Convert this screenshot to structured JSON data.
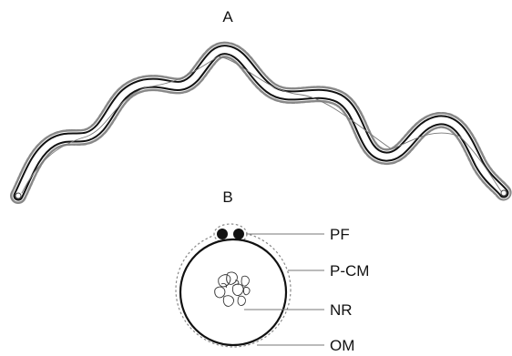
{
  "figure": {
    "panel_a_label": "A",
    "panel_b_label": "B",
    "labels": {
      "pf": "PF",
      "pcm": "P-CM",
      "nr": "NR",
      "om": "OM"
    }
  }
}
